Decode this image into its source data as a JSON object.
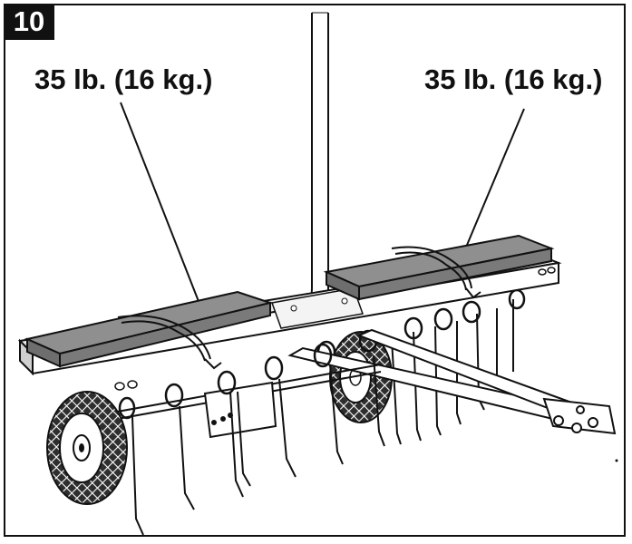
{
  "figure": {
    "step_number": "10",
    "weight_label_left": "35 lb. (16 kg.)",
    "weight_label_right": "35 lb. (16 kg.)"
  },
  "colors": {
    "line": "#111111",
    "weight_fill": "#8a8a8a",
    "weight_top": "#9a9a9a",
    "weight_side": "#6e6e6e",
    "tray_fill": "#e6e6e6",
    "tire_fill": "#3a3a3a",
    "background": "#ffffff"
  }
}
